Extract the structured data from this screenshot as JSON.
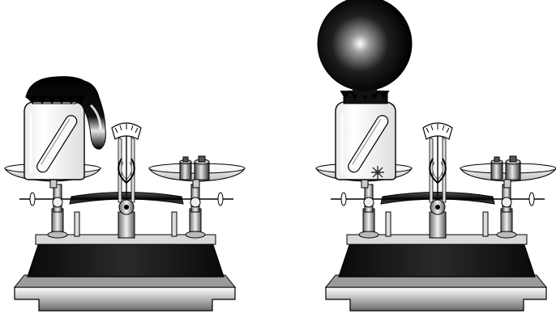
{
  "figure": {
    "panels": [
      {
        "id": "left",
        "state": "balloon-deflated",
        "bottle_content": "tube",
        "weights": 2
      },
      {
        "id": "right",
        "state": "balloon-inflated",
        "bottle_content": "tube-with-sparks",
        "weights": 2
      }
    ],
    "colors": {
      "ink": "#000000",
      "base_dark": "#1a1a1a",
      "glass": "#f4f4f4",
      "metal_light": "#dcdcdc",
      "metal_dark": "#3a3a3a"
    },
    "icons": [
      "balance-scale-icon",
      "bottle-icon",
      "test-tube-icon",
      "balloon-icon",
      "weight-icon"
    ]
  }
}
